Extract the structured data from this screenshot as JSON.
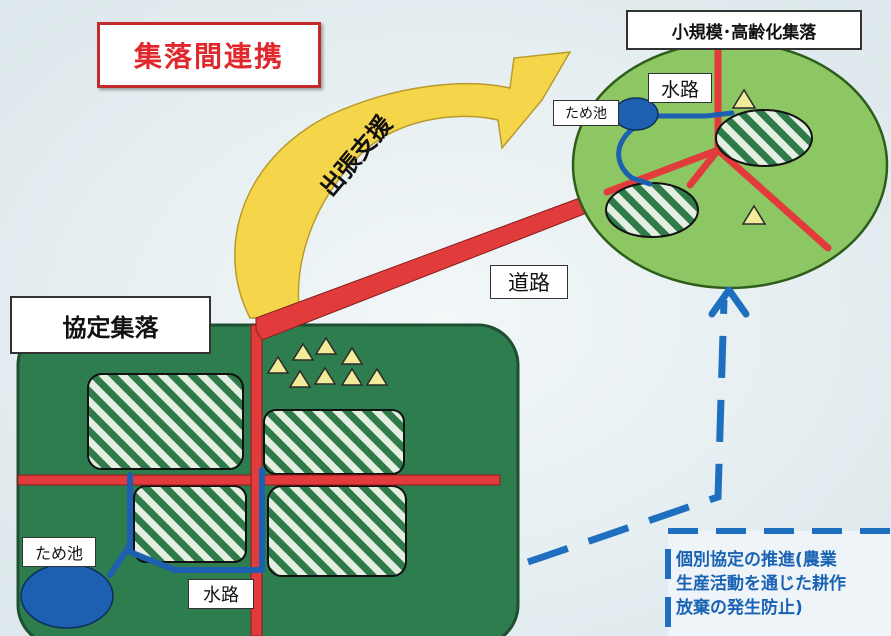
{
  "title": "集落間連携",
  "small_village_label": "小規模･高齢化集落",
  "agreement_village_label": "協定集落",
  "dispatch_support_label": "出張支援",
  "road_label": "道路",
  "waterway_labels": {
    "top": "水路",
    "bottom": "水路"
  },
  "pond_labels": {
    "top": "ため池",
    "bottom": "ため池"
  },
  "note": {
    "lines": [
      "個別協定の推進(農業",
      "生産活動を通じた耕作",
      "放棄の発生防止)"
    ]
  },
  "colors": {
    "background": "#e9f1f3",
    "title_text": "#e0282c",
    "agreement_village": "#2e7d4f",
    "small_village": "#8dc763",
    "road": "#e23b3b",
    "water": "#1d5fb0",
    "arrow": "#f5d64a",
    "dashed": "#1f6fc0"
  }
}
